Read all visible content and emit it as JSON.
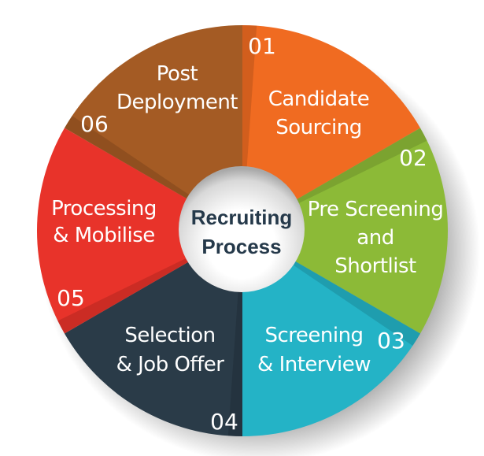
{
  "center": {
    "line1": "Recruiting",
    "line2": "Process"
  },
  "segments": [
    {
      "number": "01",
      "lines": [
        "Candidate",
        "Sourcing"
      ],
      "color": "#F06B21"
    },
    {
      "number": "02",
      "lines": [
        "Pre Screening",
        "and",
        "Shortlist"
      ],
      "color": "#8CBA37"
    },
    {
      "number": "03",
      "lines": [
        "Screening",
        "& Interview"
      ],
      "color": "#24B3C6"
    },
    {
      "number": "04",
      "lines": [
        "Selection",
        "& Job Offer"
      ],
      "color": "#2A3B48"
    },
    {
      "number": "05",
      "lines": [
        "Processing",
        "& Mobilise"
      ],
      "color": "#E8332A"
    },
    {
      "number": "06",
      "lines": [
        "Post",
        "Deployment"
      ],
      "color": "#A45B24"
    }
  ]
}
